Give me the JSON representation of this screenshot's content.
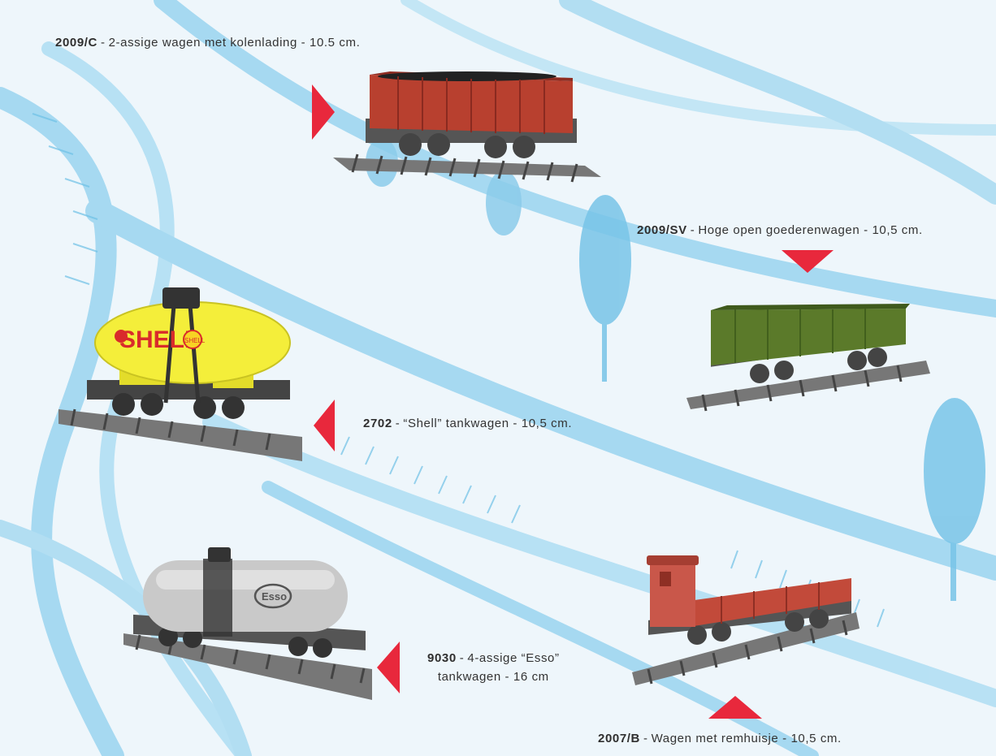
{
  "items": [
    {
      "code": "2009/C",
      "description": "2-assige wagen met kolenlading - 10.5 cm."
    },
    {
      "code": "2009/SV",
      "description": "Hoge open goederenwagen - 10,5 cm."
    },
    {
      "code": "2702",
      "description": "“Shell” tankwagen - 10,5 cm."
    },
    {
      "code": "9030",
      "description": "4-assige “Esso”",
      "description2": "tankwagen - 16 cm"
    },
    {
      "code": "2007/B",
      "description": "Wagen met remhuisje - 10,5 cm."
    }
  ],
  "logos": {
    "shell": "SHELL",
    "shell_small": "SHELL",
    "esso": "Esso"
  },
  "colors": {
    "background": "#eef6fb",
    "sketch_blue": "#7cc7ea",
    "arrow_red": "#e8283c",
    "coal_wagon": "#b8402f",
    "green_wagon": "#5b7a2a",
    "shell_yellow": "#f4ee3a",
    "esso_silver": "#c9c9c9",
    "brake_wagon": "#c24a3a"
  }
}
